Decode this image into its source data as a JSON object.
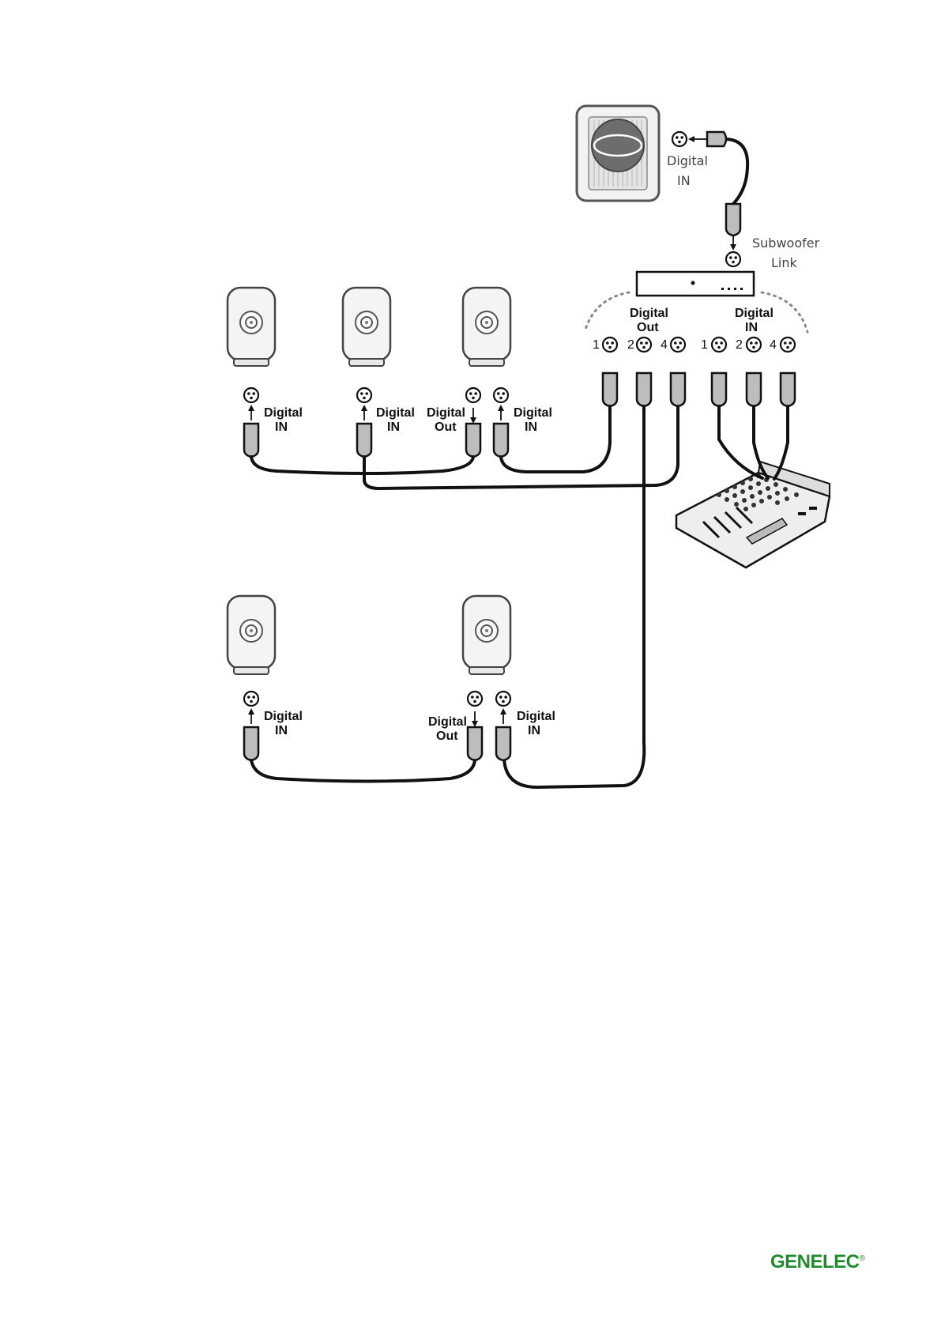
{
  "labels": {
    "digital": "Digital",
    "in": "IN",
    "out": "Out",
    "subwoofer": "Subwoofer",
    "link": "Link",
    "port1": "1",
    "port2": "2",
    "port4": "4"
  },
  "brand": {
    "logo_text": "GENELEC",
    "registered": "®",
    "color": "#1e8c2c"
  },
  "icons": {
    "speaker": "monitor-speaker-icon",
    "subwoofer": "subwoofer-icon",
    "interface": "audio-interface-icon",
    "mixer": "mixing-console-icon",
    "connector": "xlr-connector-icon",
    "plug": "xlr-plug-icon"
  }
}
